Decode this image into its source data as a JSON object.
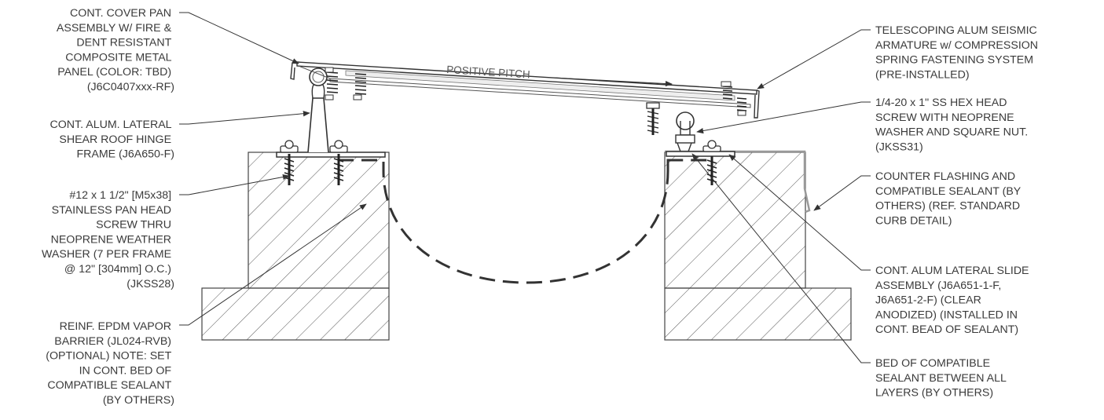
{
  "labels": {
    "cover_pan": [
      "CONT. COVER PAN",
      "ASSEMBLY W/ FIRE &",
      "DENT RESISTANT",
      "COMPOSITE METAL",
      "PANEL (COLOR: TBD)",
      "(J6C0407xxx-RF)"
    ],
    "hinge_frame": [
      "CONT. ALUM. LATERAL",
      "SHEAR ROOF HINGE",
      "FRAME (J6A650-F)"
    ],
    "pan_head_screw": [
      "#12 x 1 1/2\" [M5x38]",
      "STAINLESS PAN HEAD",
      "SCREW THRU",
      "NEOPRENE WEATHER",
      "WASHER (7 PER FRAME",
      "@ 12\" [304mm] O.C.)",
      "(JKSS28)"
    ],
    "vapor_barrier": [
      "REINF. EPDM VAPOR",
      "BARRIER (JL024-RVB)",
      "(OPTIONAL)  NOTE: SET",
      "IN CONT. BED OF",
      "COMPATIBLE SEALANT",
      "(BY OTHERS)"
    ],
    "seismic_armature": [
      "TELESCOPING ALUM SEISMIC",
      "ARMATURE w/ COMPRESSION",
      "SPRING FASTENING SYSTEM",
      "(PRE-INSTALLED)"
    ],
    "hex_screw": [
      "1/4-20 x 1\" SS HEX HEAD",
      "SCREW WITH NEOPRENE",
      "WASHER AND SQUARE NUT.",
      "(JKSS31)"
    ],
    "counter_flashing": [
      "COUNTER FLASHING AND",
      "COMPATIBLE SEALANT (BY",
      "OTHERS) (REF. STANDARD",
      "CURB DETAIL)"
    ],
    "slide_assembly": [
      "CONT. ALUM LATERAL SLIDE",
      "ASSEMBLY (J6A651-1-F,",
      "J6A651-2-F)  (CLEAR",
      "ANODIZED) (INSTALLED IN",
      "CONT. BEAD OF SEALANT)"
    ],
    "sealant_bed": [
      "BED OF COMPATIBLE",
      "SEALANT BETWEEN ALL",
      "LAYERS (BY OTHERS)"
    ]
  },
  "pitch_label": "POSITIVE PITCH"
}
